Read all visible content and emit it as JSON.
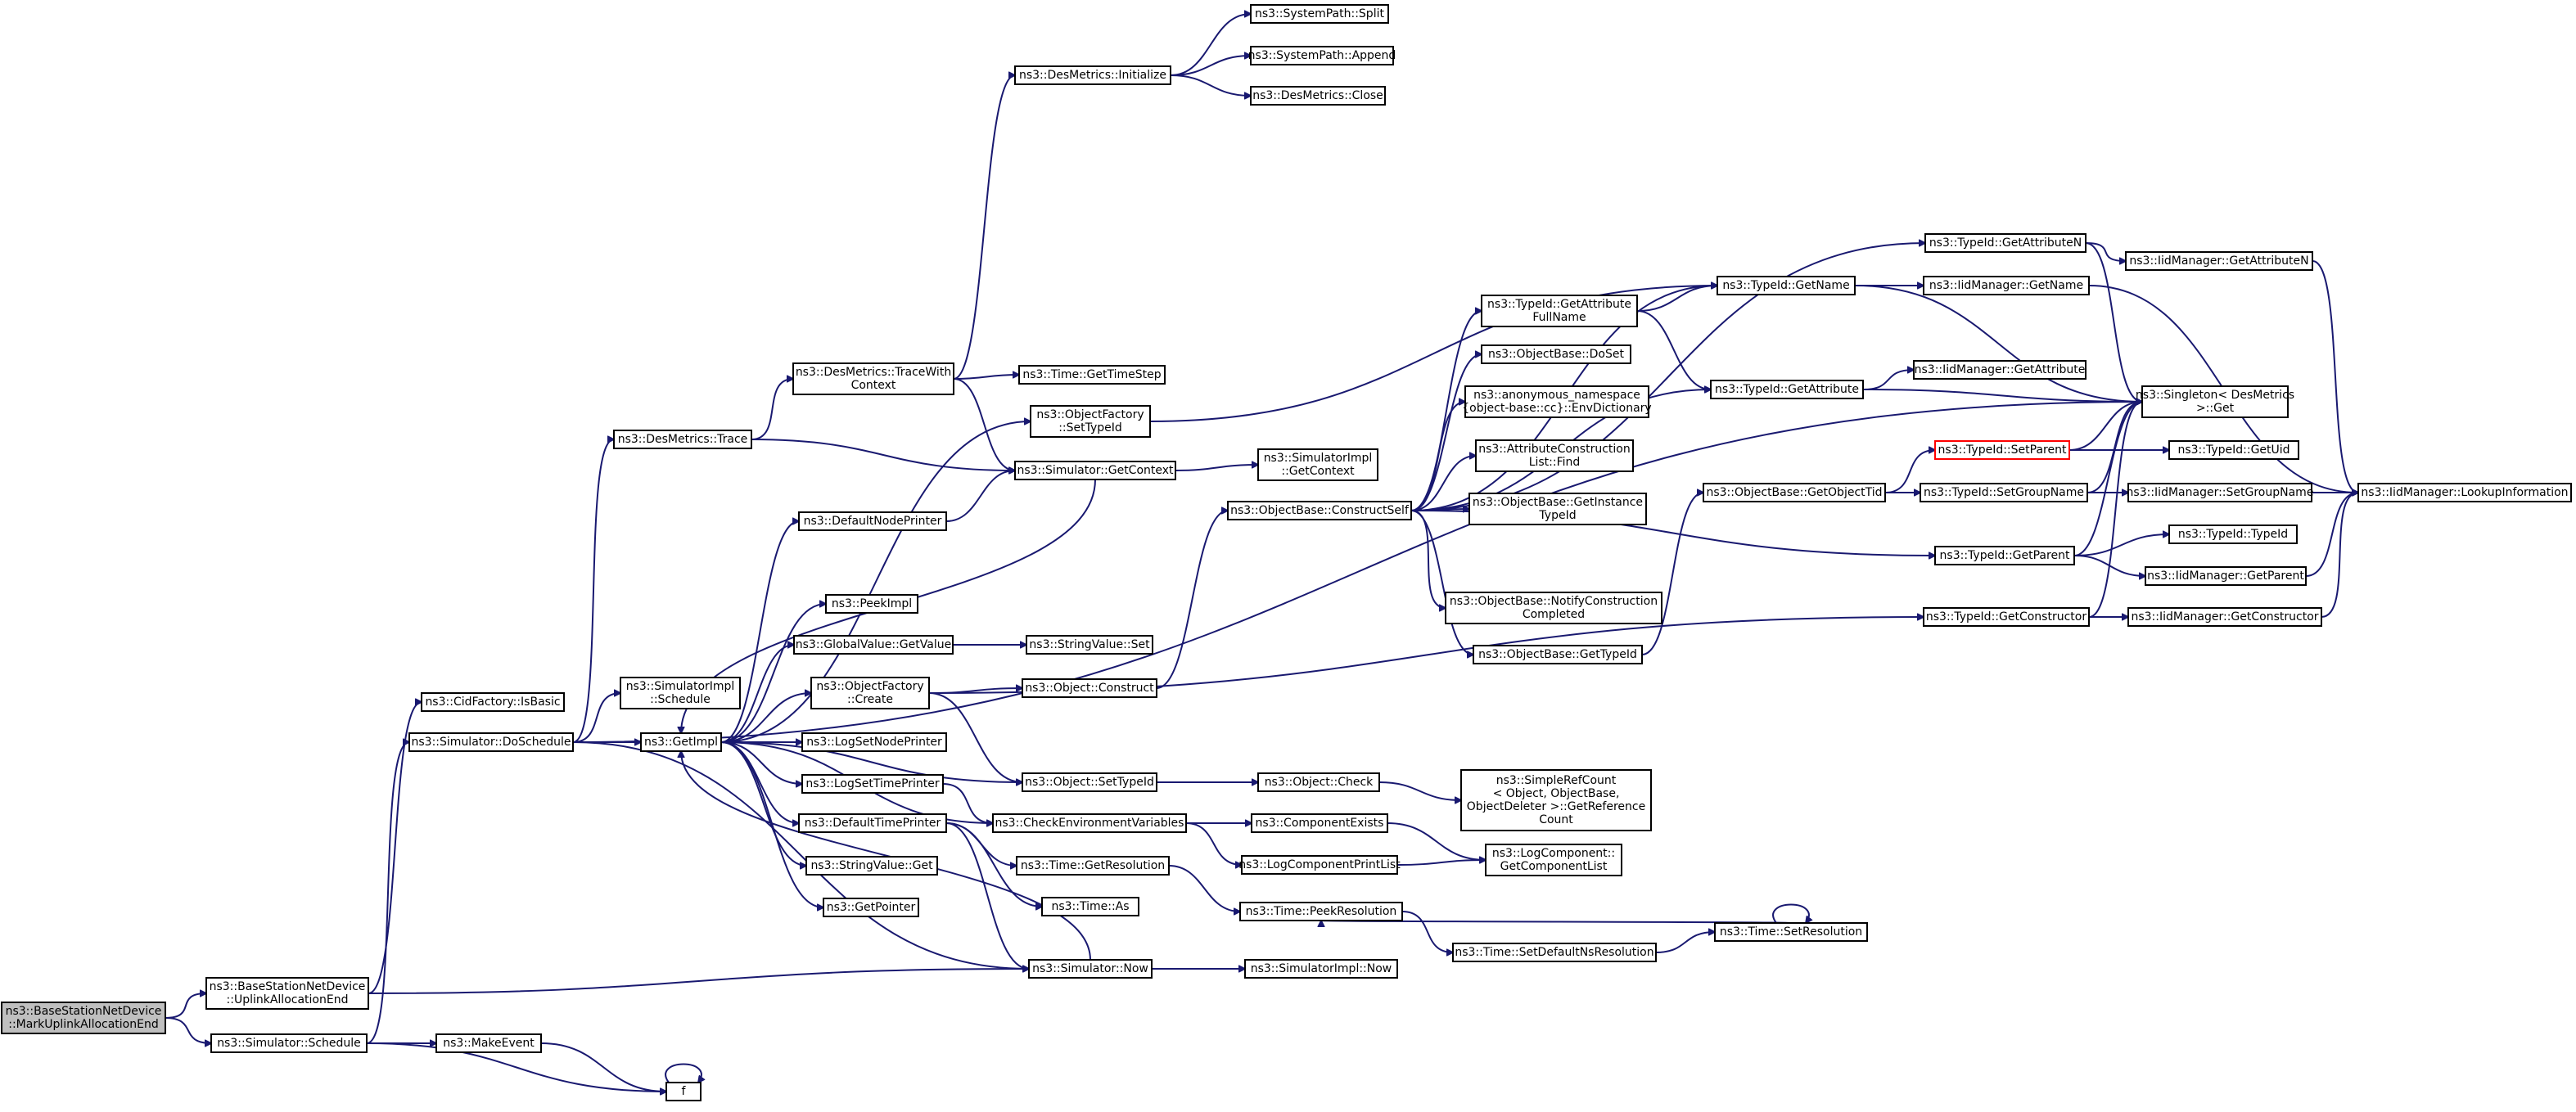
{
  "graph": {
    "title": "",
    "colors": {
      "edge": "#191970",
      "root_fill": "#bfbfbf",
      "node_border": "#000000",
      "highlight_border": "#ff0000"
    },
    "nodes": [
      {
        "id": "root",
        "lines": [
          "ns3::BaseStationNetDevice",
          "::MarkUplinkAllocationEnd"
        ],
        "style": "root"
      },
      {
        "id": "uplinkEnd",
        "lines": [
          "ns3::BaseStationNetDevice",
          "::UplinkAllocationEnd"
        ]
      },
      {
        "id": "schedule",
        "lines": [
          "ns3::Simulator::Schedule"
        ]
      },
      {
        "id": "makeEvent",
        "lines": [
          "ns3::MakeEvent"
        ]
      },
      {
        "id": "f",
        "lines": [
          "f"
        ]
      },
      {
        "id": "cidIsBasic",
        "lines": [
          "ns3::CidFactory::IsBasic"
        ]
      },
      {
        "id": "doSchedule",
        "lines": [
          "ns3::Simulator::DoSchedule"
        ]
      },
      {
        "id": "simImplSchedule",
        "lines": [
          "ns3::SimulatorImpl",
          "::Schedule"
        ]
      },
      {
        "id": "desTrace",
        "lines": [
          "ns3::DesMetrics::Trace"
        ]
      },
      {
        "id": "getImpl",
        "lines": [
          "ns3::GetImpl"
        ]
      },
      {
        "id": "traceWithContext",
        "lines": [
          "ns3::DesMetrics::TraceWith",
          "Context"
        ]
      },
      {
        "id": "desInit",
        "lines": [
          "ns3::DesMetrics::Initialize"
        ]
      },
      {
        "id": "spSplit",
        "lines": [
          "ns3::SystemPath::Split"
        ]
      },
      {
        "id": "spAppend",
        "lines": [
          "ns3::SystemPath::Append"
        ]
      },
      {
        "id": "desClose",
        "lines": [
          "ns3::DesMetrics::Close"
        ]
      },
      {
        "id": "getTimeStep",
        "lines": [
          "ns3::Time::GetTimeStep"
        ]
      },
      {
        "id": "ofSetTypeId",
        "lines": [
          "ns3::ObjectFactory",
          "::SetTypeId"
        ]
      },
      {
        "id": "getContext",
        "lines": [
          "ns3::Simulator::GetContext"
        ]
      },
      {
        "id": "simImplGetContext",
        "lines": [
          "ns3::SimulatorImpl",
          "::GetContext"
        ]
      },
      {
        "id": "defaultNodePrinter",
        "lines": [
          "ns3::DefaultNodePrinter"
        ]
      },
      {
        "id": "peekImpl",
        "lines": [
          "ns3::PeekImpl"
        ]
      },
      {
        "id": "gvGetValue",
        "lines": [
          "ns3::GlobalValue::GetValue"
        ]
      },
      {
        "id": "svSet",
        "lines": [
          "ns3::StringValue::Set"
        ]
      },
      {
        "id": "ofCreate",
        "lines": [
          "ns3::ObjectFactory",
          "::Create"
        ]
      },
      {
        "id": "objConstruct",
        "lines": [
          "ns3::Object::Construct"
        ]
      },
      {
        "id": "logSetNodePrinter",
        "lines": [
          "ns3::LogSetNodePrinter"
        ]
      },
      {
        "id": "logSetTimePrinter",
        "lines": [
          "ns3::LogSetTimePrinter"
        ]
      },
      {
        "id": "objSetTypeId",
        "lines": [
          "ns3::Object::SetTypeId"
        ]
      },
      {
        "id": "objCheck",
        "lines": [
          "ns3::Object::Check"
        ]
      },
      {
        "id": "getRefCount",
        "lines": [
          "ns3::SimpleRefCount",
          "< Object, ObjectBase,",
          "ObjectDeleter >::GetReference",
          "Count"
        ]
      },
      {
        "id": "defaultTimePrinter",
        "lines": [
          "ns3::DefaultTimePrinter"
        ]
      },
      {
        "id": "checkEnv",
        "lines": [
          "ns3::CheckEnvironmentVariables"
        ]
      },
      {
        "id": "componentExists",
        "lines": [
          "ns3::ComponentExists"
        ]
      },
      {
        "id": "logComponentPrintList",
        "lines": [
          "ns3::LogComponentPrintList"
        ]
      },
      {
        "id": "getComponentList",
        "lines": [
          "ns3::LogComponent::",
          "GetComponentList"
        ]
      },
      {
        "id": "svGet",
        "lines": [
          "ns3::StringValue::Get"
        ]
      },
      {
        "id": "getResolution",
        "lines": [
          "ns3::Time::GetResolution"
        ]
      },
      {
        "id": "timeAs",
        "lines": [
          "ns3::Time::As"
        ]
      },
      {
        "id": "peekResolution",
        "lines": [
          "ns3::Time::PeekResolution"
        ]
      },
      {
        "id": "getPointer",
        "lines": [
          "ns3::GetPointer"
        ]
      },
      {
        "id": "simNow",
        "lines": [
          "ns3::Simulator::Now"
        ]
      },
      {
        "id": "simImplNow",
        "lines": [
          "ns3::SimulatorImpl::Now"
        ]
      },
      {
        "id": "setDefaultNsRes",
        "lines": [
          "ns3::Time::SetDefaultNsResolution"
        ]
      },
      {
        "id": "setResolution",
        "lines": [
          "ns3::Time::SetResolution"
        ]
      },
      {
        "id": "constructSelf",
        "lines": [
          "ns3::ObjectBase::ConstructSelf"
        ]
      },
      {
        "id": "tidGetAttrFullName",
        "lines": [
          "ns3::TypeId::GetAttribute",
          "FullName"
        ]
      },
      {
        "id": "obDoSet",
        "lines": [
          "ns3::ObjectBase::DoSet"
        ]
      },
      {
        "id": "envDictionary",
        "lines": [
          "ns3::anonymous_namespace",
          "{object-base::cc}::EnvDictionary"
        ]
      },
      {
        "id": "acListFind",
        "lines": [
          "ns3::AttributeConstruction",
          "List::Find"
        ]
      },
      {
        "id": "obGetInstanceTypeId",
        "lines": [
          "ns3::ObjectBase::GetInstance",
          "TypeId"
        ]
      },
      {
        "id": "obNotify",
        "lines": [
          "ns3::ObjectBase::NotifyConstruction",
          "Completed"
        ]
      },
      {
        "id": "obGetTypeId",
        "lines": [
          "ns3::ObjectBase::GetTypeId"
        ]
      },
      {
        "id": "tidGetName",
        "lines": [
          "ns3::TypeId::GetName"
        ]
      },
      {
        "id": "tidGetAttribute",
        "lines": [
          "ns3::TypeId::GetAttribute"
        ]
      },
      {
        "id": "obGetObjectTid",
        "lines": [
          "ns3::ObjectBase::GetObjectTid"
        ]
      },
      {
        "id": "tidGetAttributeN",
        "lines": [
          "ns3::TypeId::GetAttributeN"
        ]
      },
      {
        "id": "iidGetAttributeN",
        "lines": [
          "ns3::IidManager::GetAttributeN"
        ]
      },
      {
        "id": "iidGetName",
        "lines": [
          "ns3::IidManager::GetName"
        ]
      },
      {
        "id": "iidGetAttribute",
        "lines": [
          "ns3::IidManager::GetAttribute"
        ]
      },
      {
        "id": "singletonGet",
        "lines": [
          "ns3::Singleton< DesMetrics",
          ">::Get"
        ]
      },
      {
        "id": "tidSetParent",
        "lines": [
          "ns3::TypeId::SetParent"
        ],
        "style": "red"
      },
      {
        "id": "tidGetUid",
        "lines": [
          "ns3::TypeId::GetUid"
        ]
      },
      {
        "id": "tidSetGroupName",
        "lines": [
          "ns3::TypeId::SetGroupName"
        ]
      },
      {
        "id": "iidSetGroupName",
        "lines": [
          "ns3::IidManager::SetGroupName"
        ]
      },
      {
        "id": "iidLookup",
        "lines": [
          "ns3::IidManager::LookupInformation"
        ]
      },
      {
        "id": "tidTypeId",
        "lines": [
          "ns3::TypeId::TypeId"
        ]
      },
      {
        "id": "tidGetParent",
        "lines": [
          "ns3::TypeId::GetParent"
        ]
      },
      {
        "id": "iidGetParent",
        "lines": [
          "ns3::IidManager::GetParent"
        ]
      },
      {
        "id": "tidGetConstructor",
        "lines": [
          "ns3::TypeId::GetConstructor"
        ]
      },
      {
        "id": "iidGetConstructor",
        "lines": [
          "ns3::IidManager::GetConstructor"
        ]
      }
    ]
  }
}
